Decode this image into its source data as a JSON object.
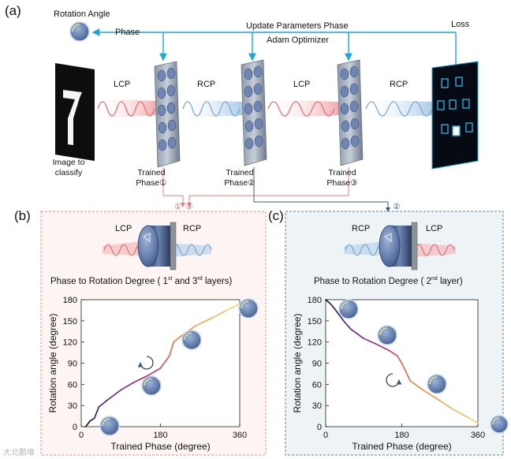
{
  "panel_a": {
    "label": "(a)",
    "rotation_angle": "Rotation Angle",
    "phase": "Phase",
    "update_phase": "Update Parameters Phase",
    "adam": "Adam Optimizer",
    "loss": "Loss",
    "lcp1": "LCP",
    "rcp1": "RCP",
    "lcp2": "LCP",
    "rcp2": "RCP",
    "image_to": "Image to",
    "classify": "classify",
    "trained1_a": "Trained",
    "trained1_b": "Phase①",
    "trained2_a": "Trained",
    "trained2_b": "Phase②",
    "trained3_a": "Trained",
    "trained3_b": "Phase③",
    "mark1": "①",
    "mark3": "③",
    "mark2": "②",
    "digit": "7"
  },
  "panel_b": {
    "label": "(b)",
    "lcp": "LCP",
    "rcp": "RCP",
    "title_pre": "Phase to Rotation Degree ( 1",
    "sup1": "st",
    "title_mid": " and 3",
    "sup2": "rd",
    "title_post": " layers)"
  },
  "panel_c": {
    "label": "(c)",
    "rcp": "RCP",
    "lcp": "LCP",
    "title_pre": "Phase to Rotation Degree ( 2",
    "sup": "nd",
    "title_post": " layer)"
  },
  "watermark": "大北鹏堆",
  "colors": {
    "cyan": "#1aa7d6",
    "lcp_beam": "#e8828a",
    "rcp_beam": "#8ab8dc",
    "panel_b_border": "#ef8d8d",
    "panel_b_bg": "#fdf5f3",
    "panel_c_border": "#6a7f92",
    "panel_c_bg": "#eef4f6"
  },
  "chart_data": [
    {
      "type": "line",
      "xlabel": "Trained Phase (degree)",
      "ylabel": "Rotation angle (degree)",
      "xlim": [
        0,
        360
      ],
      "ylim": [
        0,
        180
      ],
      "x_ticks": [
        "0",
        "180",
        "360"
      ],
      "y_ticks": [
        "0",
        "30",
        "60",
        "90",
        "120",
        "150",
        "180"
      ],
      "x": [
        10,
        20,
        30,
        40,
        60,
        90,
        120,
        150,
        180,
        200,
        210,
        230,
        260,
        300,
        330,
        360
      ],
      "y": [
        0,
        8,
        12,
        28,
        38,
        52,
        63,
        72,
        83,
        100,
        120,
        130,
        143,
        155,
        165,
        174
      ],
      "color_gradient": [
        "#111111",
        "#4a1e8a",
        "#c8306a",
        "#f08a3a",
        "#f6d070"
      ]
    },
    {
      "type": "line",
      "xlabel": "Trained Phase (degree)",
      "ylabel": "Rotation angle (degree)",
      "xlim": [
        0,
        360
      ],
      "ylim": [
        0,
        180
      ],
      "x_ticks": [
        "0",
        "180",
        "360"
      ],
      "y_ticks": [
        "0",
        "30",
        "60",
        "90",
        "120",
        "150",
        "180"
      ],
      "x": [
        0,
        10,
        20,
        30,
        45,
        60,
        90,
        120,
        150,
        170,
        180,
        200,
        230,
        270,
        300,
        340,
        360
      ],
      "y": [
        180,
        175,
        168,
        160,
        148,
        138,
        125,
        117,
        108,
        100,
        90,
        65,
        52,
        37,
        25,
        12,
        5
      ],
      "color_gradient": [
        "#111111",
        "#4a1e8a",
        "#c8306a",
        "#f08a3a",
        "#f6d070"
      ]
    }
  ]
}
